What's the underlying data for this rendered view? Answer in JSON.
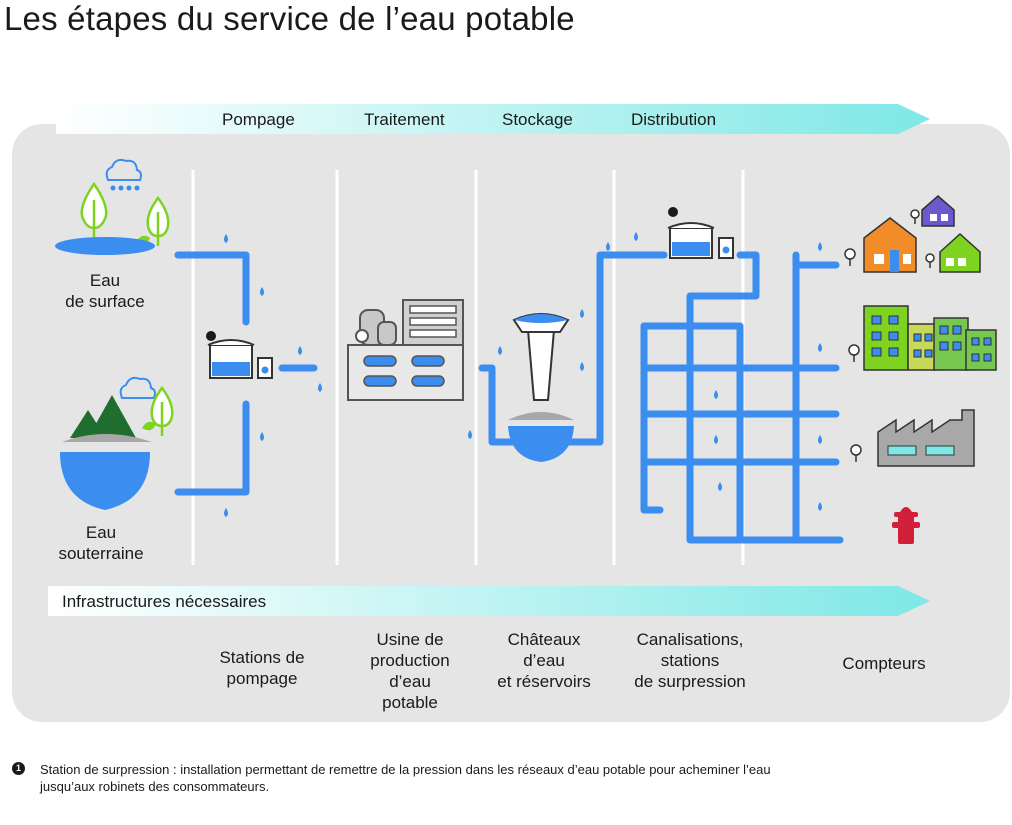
{
  "title": "Les étapes du service de l’eau potable",
  "stages": [
    "Pompage",
    "Traitement",
    "Stockage",
    "Distribution"
  ],
  "sources": {
    "surface_line1": "Eau",
    "surface_line2": "de surface",
    "ground_line1": "Eau",
    "ground_line2": "souterraine"
  },
  "infrastructure_heading": "Infrastructures nécessaires",
  "infrastructures": [
    [
      "Stations de",
      "pompage"
    ],
    [
      "Usine de",
      "production",
      "d’eau",
      "potable"
    ],
    [
      "Châteaux",
      "d’eau",
      "et réservoirs"
    ],
    [
      "Canalisations,",
      "stations",
      "de surpression"
    ],
    [
      "Compteurs"
    ]
  ],
  "marker": "1",
  "footnote": {
    "line1": "Station de surpression : installation permettant de remettre de la pression dans les réseaux d’eau potable pour acheminer l’eau",
    "line2": "jusqu’aux robinets des consommateurs."
  },
  "colors": {
    "pipe": "#3b8df0",
    "arrow_band": "#7ee8e6",
    "panel": "#e5e5e5",
    "leaf_green": "#7ed321",
    "house_orange": "#f28c28",
    "house_purple": "#6a5acd",
    "building_green": "#78c850",
    "hydrant_red": "#d0203a"
  },
  "icons": [
    "cloud-rain-icon",
    "tree-icon",
    "lake-icon",
    "mountain-icon",
    "aquifer-icon",
    "booster-station-icon",
    "treatment-plant-icon",
    "water-tower-icon",
    "reservoir-icon",
    "house-icon",
    "building-icon",
    "factory-icon",
    "meter-icon",
    "hydrant-icon",
    "water-drop-icon"
  ]
}
